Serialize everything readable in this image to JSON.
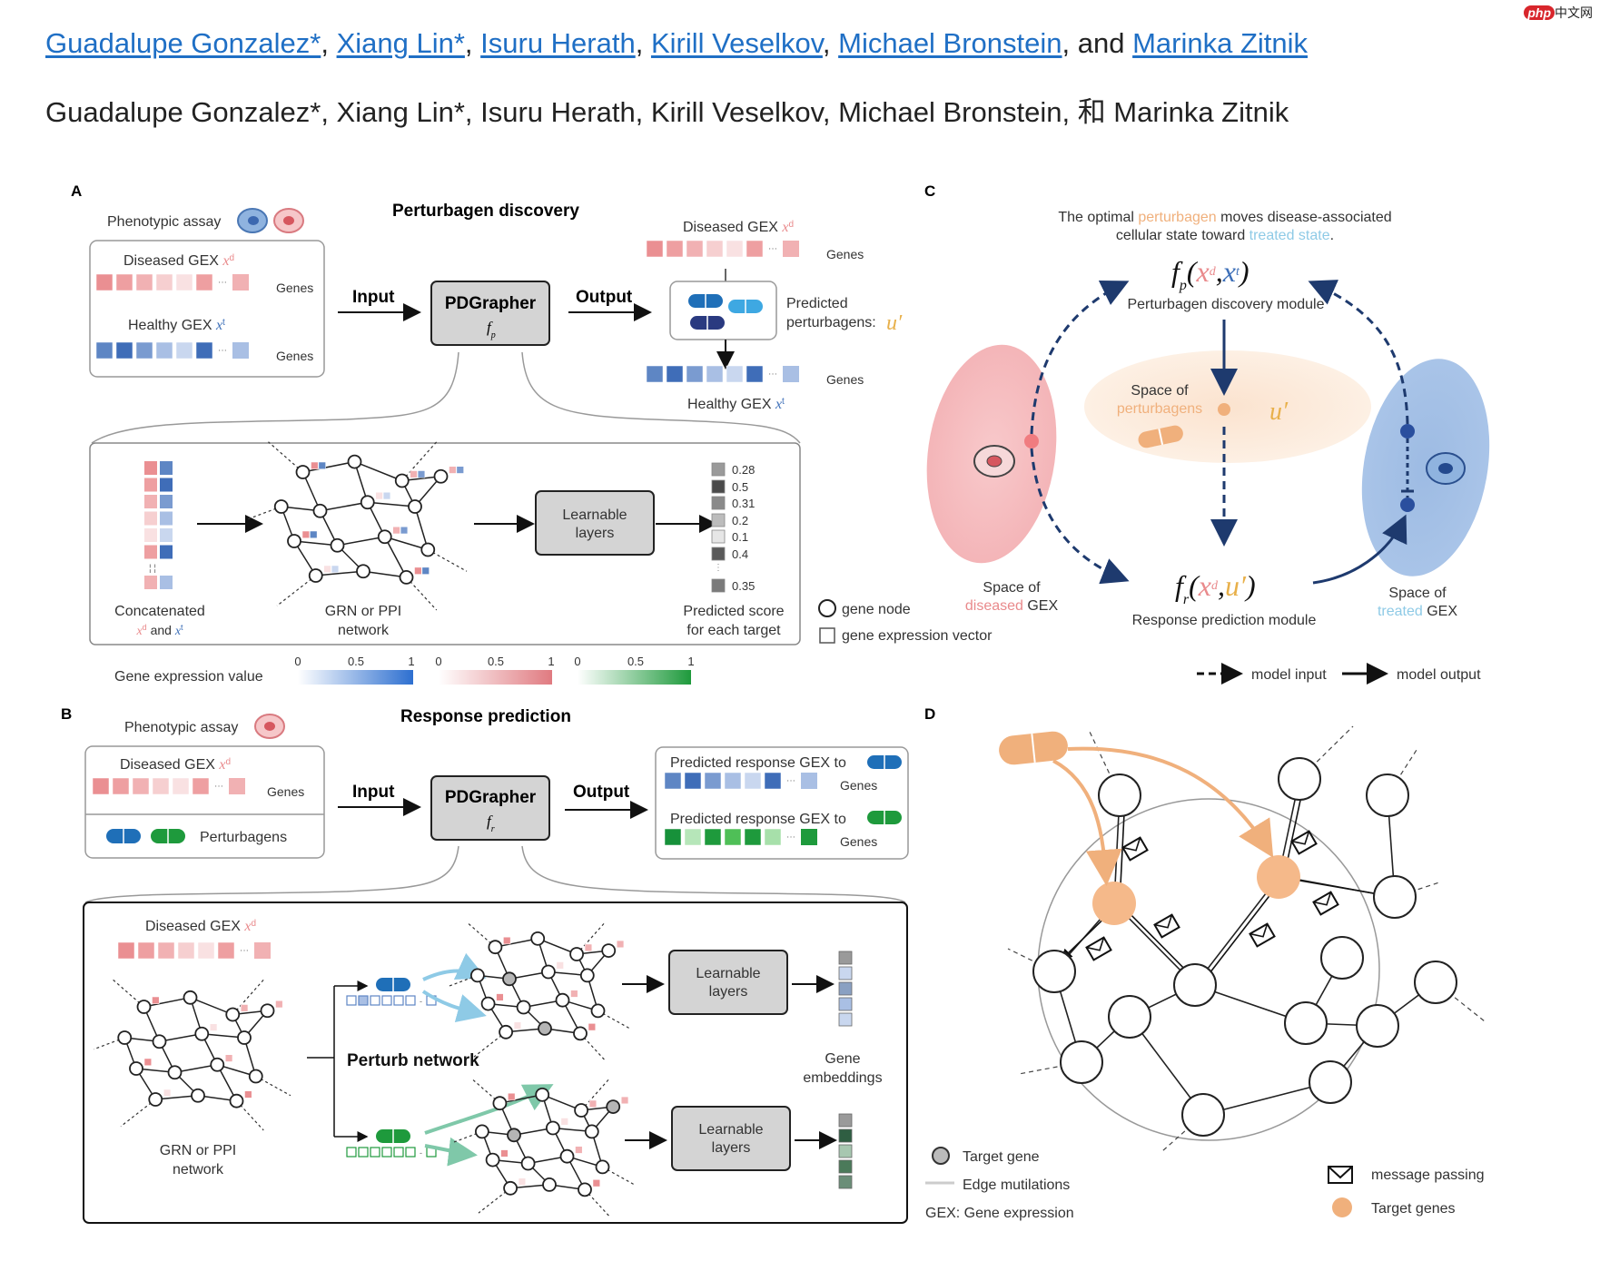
{
  "authors": [
    {
      "name": "Guadalupe Gonzalez*",
      "sep": ", "
    },
    {
      "name": "Xiang Lin*",
      "sep": ", "
    },
    {
      "name": "Isuru Herath",
      "sep": ", "
    },
    {
      "name": "Kirill Veselkov",
      "sep": ", "
    },
    {
      "name": "Michael Bronstein",
      "sep": ", and "
    },
    {
      "name": "Marinka Zitnik",
      "sep": ""
    }
  ],
  "authors_plain": "Guadalupe Gonzalez*, Xiang Lin*, Isuru Herath, Kirill Veselkov, Michael Bronstein, 和 Marinka Zitnik",
  "watermark": {
    "badge": "php",
    "text": "中文网"
  },
  "colors": {
    "pink": "#e98a8c",
    "blue": "#3d6fb8",
    "green": "#1e8a3c",
    "orange": "#f0b07c",
    "link": "#1f6fc5"
  },
  "panelA": {
    "letter": "A",
    "title": "Perturbagen discovery",
    "phenotypic": "Phenotypic assay",
    "diseased": "Diseased GEX ",
    "healthy": "Healthy GEX ",
    "xd": "x",
    "genes": "Genes",
    "input": "Input",
    "output": "Output",
    "model": "PDGrapher",
    "fp": "f",
    "pred_perturb": [
      "Predicted",
      "perturbagens:"
    ],
    "uprime": "u′",
    "learnable": [
      "Learnable",
      "layers"
    ],
    "concat": [
      "Concatenated",
      "and"
    ],
    "network": [
      "GRN or PPI",
      "network"
    ],
    "scores": [
      "0.28",
      "0.5",
      "0.31",
      "0.2",
      "0.1",
      "0.4",
      "0.35"
    ],
    "score_label": [
      "Predicted score",
      "for each target"
    ],
    "legend_node": "gene node",
    "legend_vector": "gene expression vector",
    "gev": "Gene expression value",
    "scale_ticks": [
      "0",
      "0.5",
      "1"
    ]
  },
  "panelB": {
    "letter": "B",
    "title": "Response prediction",
    "phenotypic": "Phenotypic assay",
    "diseased": "Diseased GEX ",
    "genes": "Genes",
    "perturbagens": "Perturbagens",
    "input": "Input",
    "output": "Output",
    "model": "PDGrapher",
    "pred_response": "Predicted response GEX to",
    "perturb_network": "Perturb network",
    "learnable": [
      "Learnable",
      "layers"
    ],
    "gene_emb": [
      "Gene",
      "embeddings"
    ],
    "network": [
      "GRN or PPI",
      "network"
    ]
  },
  "panelC": {
    "letter": "C",
    "caption1a": "The optimal ",
    "caption1b": "perturbagen",
    "caption1c": " moves disease-associated",
    "caption2a": "cellular state toward ",
    "caption2b": "treated state",
    "caption2c": ".",
    "pd_module": "Perturbagen discovery module",
    "rp_module": "Response prediction module",
    "space_of": "Space of",
    "perturbagens": "perturbagens",
    "diseased_a": "diseased",
    "gex": " GEX",
    "treated": "treated",
    "gex2": " GEX",
    "model_input": "model input",
    "model_output": "model output"
  },
  "panelD": {
    "letter": "D",
    "target_gene": "Target gene",
    "edge_mut": "Edge mutilations",
    "gex_def": "GEX: Gene expression",
    "message": "message passing",
    "target_genes": "Target genes"
  }
}
